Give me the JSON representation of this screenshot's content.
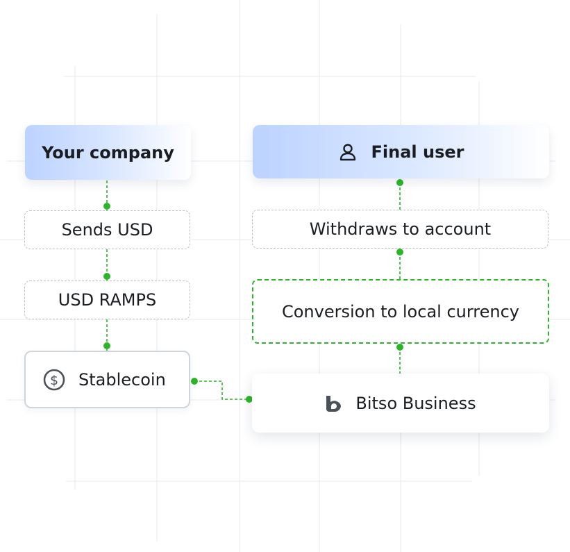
{
  "left_column": {
    "header": "Your company",
    "step_1": "Sends USD",
    "step_2": "USD RAMPS",
    "step_3": "Stablecoin"
  },
  "right_column": {
    "header": "Final user",
    "step_1": "Withdraws to account",
    "step_2": "Conversion to local currency",
    "step_3": "Bitso Business"
  },
  "icons": {
    "user": "user-icon",
    "stablecoin": "dollar-coin-icon",
    "bitso": "bitso-logo-icon"
  },
  "colors": {
    "connector": "#2bb529",
    "header_gradient_start": "#bcd3ff",
    "text": "#1a1d21",
    "icon": "#4b5158"
  }
}
